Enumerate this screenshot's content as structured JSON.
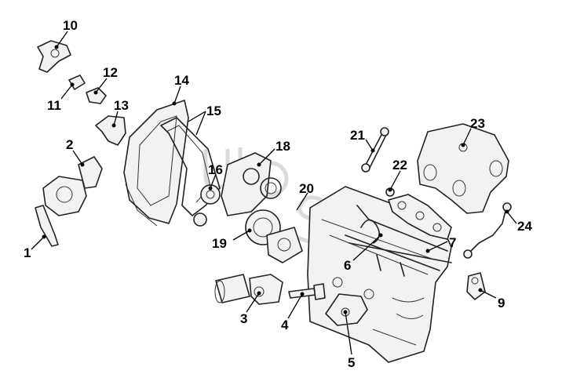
{
  "callouts": [
    {
      "id": "c1",
      "label": "1"
    },
    {
      "id": "c2",
      "label": "2"
    },
    {
      "id": "c3",
      "label": "3"
    },
    {
      "id": "c4",
      "label": "4"
    },
    {
      "id": "c5",
      "label": "5"
    },
    {
      "id": "c6",
      "label": "6"
    },
    {
      "id": "c7",
      "label": "7"
    },
    {
      "id": "c9",
      "label": "9"
    },
    {
      "id": "c10",
      "label": "10"
    },
    {
      "id": "c11",
      "label": "11"
    },
    {
      "id": "c12",
      "label": "12"
    },
    {
      "id": "c13",
      "label": "13"
    },
    {
      "id": "c14",
      "label": "14"
    },
    {
      "id": "c15",
      "label": "15"
    },
    {
      "id": "c16",
      "label": "16"
    },
    {
      "id": "c18",
      "label": "18"
    },
    {
      "id": "c19",
      "label": "19"
    },
    {
      "id": "c20",
      "label": "20"
    },
    {
      "id": "c21",
      "label": "21"
    },
    {
      "id": "c22",
      "label": "22"
    },
    {
      "id": "c23",
      "label": "23"
    },
    {
      "id": "c24",
      "label": "24"
    }
  ]
}
